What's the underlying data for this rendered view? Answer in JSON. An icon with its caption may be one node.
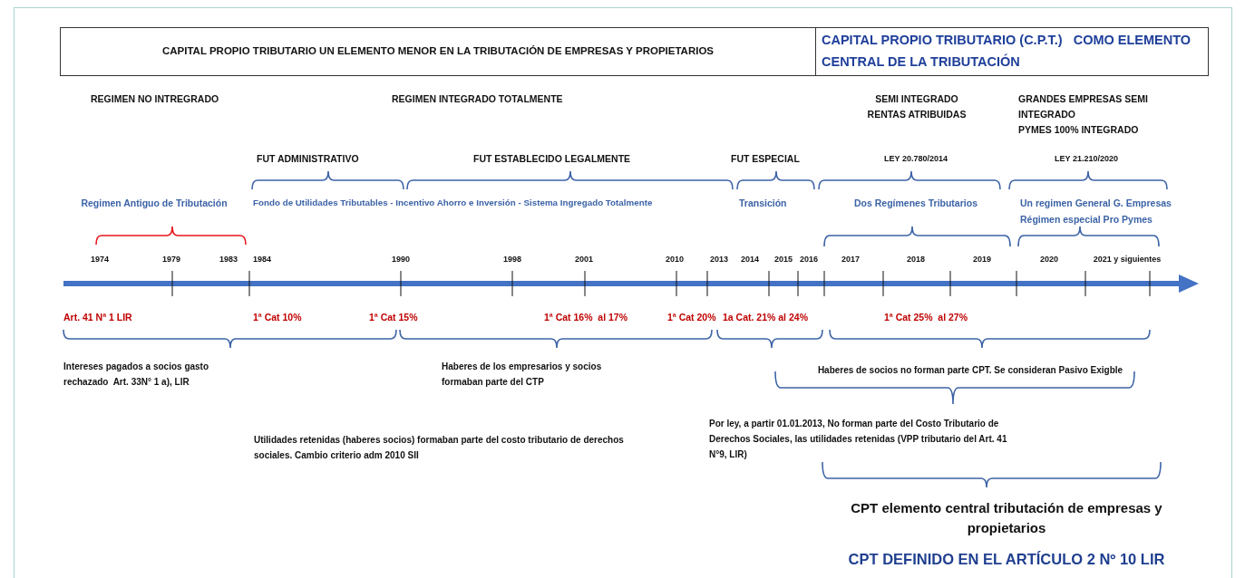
{
  "diagram": {
    "nodes": [
      {
        "text": [
          "CAPITAL PROPIO TRIBUTARIO UN ELEMENTO MENOR EN LA TRIBUTACIÓN DE EMPRESAS Y PROPIETARIOS"
        ]
      },
      {
        "text": [
          "CAPITAL PROPIO TRIBUTARIO (C.P.T.)   COMO ELEMENTO CENTRAL DE LA TRIBUTACIÓN"
        ]
      }
    ],
    "labels": [
      "REGIMEN NO INTREGRADO",
      "REGIMEN INTEGRADO TOTALMENTE",
      "SEMI INTEGRADO RENTAS ATRIBUIDAS",
      "GRANDES EMPRESAS SEMI INTEGRADO",
      "PYMES 100% INTEGRADO",
      "FUT ADMINISTRATIVO",
      "FUT ESTABLECIDO LEGALMENTE",
      "FUT ESPECIAL",
      "LEY 20.780/2014",
      "LEY 21.210/2020",
      "Regimen Antiguo de Tributación",
      "Fondo de Utilidades Tributables - Incentivo Ahorro e Inversión - Sistema Ingregado Totalmente",
      "Transición",
      "Dos Regímenes Tributarios",
      "Un regimen General G. Empresas",
      "Régimen especial Pro Pymes",
      "1974",
      "1979",
      "1983",
      "1984",
      "1990",
      "1998",
      "2001",
      "2010",
      "2013",
      "2014",
      "2015",
      "2016",
      "2017",
      "2018",
      "2019",
      "2020",
      "2021 y siguientes",
      "Art. 41 Nª 1 LIR",
      "1ª Cat 10%",
      "1ª Cat 15%",
      "1ª Cat 16%  al 17%",
      "1ª Cat 20%",
      "1a Cat. 21% al 24%",
      "1ª Cat 25%  al 27%",
      "Intereses pagados a socios gasto rechazado  Art. 33N° 1 a), LIR",
      "Haberes de los empresarios y socios formaban parte del CTP",
      "Haberes de socios no forman parte CPT. Se consideran Pasivo Exigble",
      "Utilidades retenidas (haberes socios) formaban parte del costo tributario de derechos sociales. Cambio criterio adm 2010 SII",
      "Por ley, a partir 01.01.2013, No forman parte del Costo Tributario de Derechos Sociales, las utilidades retenidas (VPP tributario del Art. 41 N°9, LIR)",
      "CPT elemento central tributación de empresas y propietarios",
      "CPT DEFINIDO EN EL ARTÍCULO 2 Nº 10 LIR"
    ]
  }
}
